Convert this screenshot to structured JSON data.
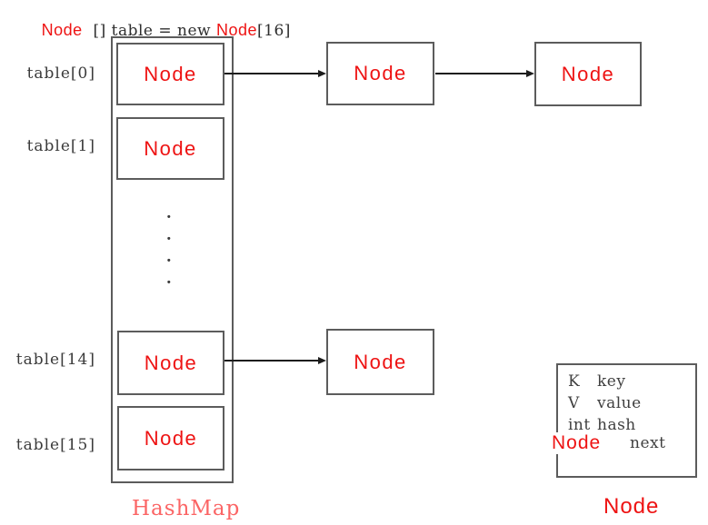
{
  "colors": {
    "node_red": "#ee1313",
    "hashmap_red": "#fb6565",
    "box_border": "#5c5c5c",
    "code_text": "#2e2e2e",
    "label_gray": "#3b3b3b"
  },
  "code_line": {
    "segments": [
      "Node",
      "  [] table = new ",
      "Node",
      "[16]"
    ]
  },
  "array": {
    "label": "HashMap",
    "ellipsis_dot": "·",
    "slots": [
      {
        "index": "table[0]",
        "node": "Node"
      },
      {
        "index": "table[1]",
        "node": "Node"
      },
      {
        "index": "table[14]",
        "node": "Node"
      },
      {
        "index": "table[15]",
        "node": "Node"
      }
    ]
  },
  "chains": {
    "bucket0": [
      "Node",
      "Node"
    ],
    "bucket14": [
      "Node"
    ]
  },
  "node_class": {
    "label": "Node",
    "fields": [
      {
        "type": "K",
        "name": "key"
      },
      {
        "type": "V",
        "name": "value"
      },
      {
        "type": "int",
        "name": "hash"
      },
      {
        "type": "Node",
        "name": "next"
      }
    ]
  }
}
